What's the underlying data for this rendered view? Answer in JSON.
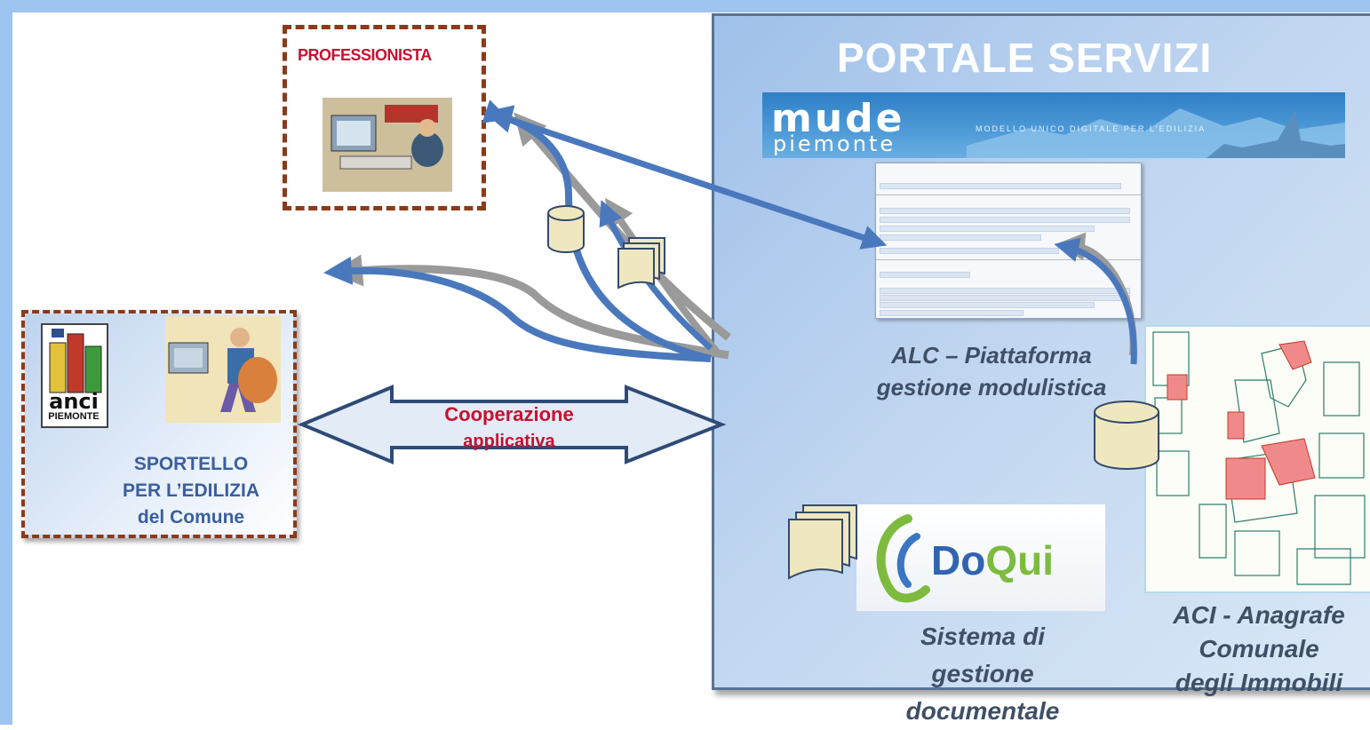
{
  "portal": {
    "title": "PORTALE SERVIZI"
  },
  "mude": {
    "word": "mude",
    "sub": "piemonte",
    "tagline": "MODELLO UNICO DIGITALE PER L'EDILIZIA"
  },
  "alc": {
    "line1": "ALC – Piattaforma",
    "line2": "gestione modulistica"
  },
  "doqui": {
    "logo_main": "Do",
    "logo_accent": "Qui",
    "caption_line1": "Sistema di",
    "caption_line2": "gestione",
    "caption_line3": "documentale"
  },
  "aci": {
    "line1": "ACI - Anagrafe",
    "line2": "Comunale",
    "line3": "degli Immobili"
  },
  "professionista": {
    "label": "PROFESSIONISTA"
  },
  "sportello": {
    "logo_word": "anci",
    "logo_sub": "PIEMONTE",
    "line1": "SPORTELLO",
    "line2": "PER L’EDILIZIA",
    "line3": "del Comune"
  },
  "cooperazione": {
    "line1": "Cooperazione",
    "line2": "applicativa"
  },
  "colors": {
    "arrow_blue": "#4a78bd",
    "arrow_gray": "#9a9a9a",
    "frame_blue": "#9ec4f0",
    "dashed_border": "#8b3a1a",
    "label_red": "#c8102e"
  }
}
